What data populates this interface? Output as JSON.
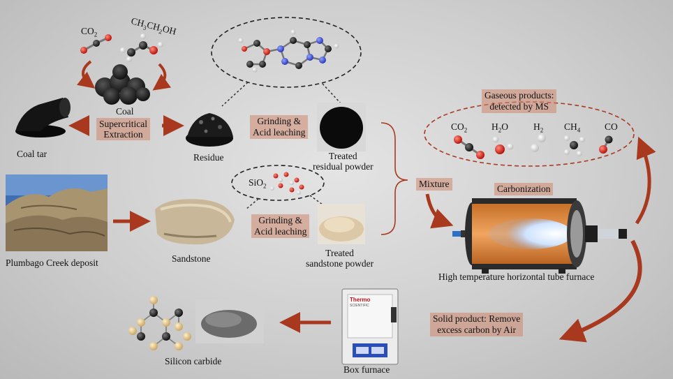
{
  "coal_tar": {
    "label": "Coal tar"
  },
  "coal": {
    "label_line1": "Coal",
    "process_line1": "Supercritical",
    "process_line2": "Extraction"
  },
  "solvents": {
    "co2": "CO",
    "co2_sub": "2",
    "ethanol_a": "CH",
    "ethanol_sub1": "3",
    "ethanol_b": "CH",
    "ethanol_sub2": "2",
    "ethanol_c": "OH"
  },
  "residue": {
    "label": "Residue"
  },
  "grinding_top": {
    "line1": "Grinding &",
    "line2": "Acid leaching"
  },
  "treated_residual": {
    "line1": "Treated",
    "line2": "residual powder"
  },
  "sio2": {
    "text": "SiO",
    "sub": "2"
  },
  "deposit": {
    "label": "Plumbago Creek deposit"
  },
  "sandstone": {
    "label": "Sandstone"
  },
  "grinding_bottom": {
    "line1": "Grinding &",
    "line2": "Acid leaching"
  },
  "treated_sandstone": {
    "line1": "Treated",
    "line2": "sandstone powder"
  },
  "mixture": {
    "label": "Mixture"
  },
  "carbonization": {
    "label": "Carbonization"
  },
  "gaseous": {
    "line1": "Gaseous products:",
    "line2": "detected by MS"
  },
  "gases": {
    "co2": "CO",
    "co2_sub": "2",
    "h2o_a": "H",
    "h2o_sub": "2",
    "h2o_b": "O",
    "h2": "H",
    "h2_sub": "2",
    "ch4": "CH",
    "ch4_sub": "4",
    "co": "CO"
  },
  "tube_furnace": {
    "label": "High temperature horizontal tube furnace"
  },
  "solid_product": {
    "line1": "Solid product: Remove",
    "line2": "excess carbon by Air"
  },
  "box_furnace": {
    "label": "Box furnace",
    "brand1": "Thermo",
    "brand2": "SCIENTIFIC"
  },
  "silicon_carbide": {
    "label": "Silicon carbide"
  },
  "colors": {
    "arrow": "#a8391f",
    "box": "#cd876e",
    "furnace": "#e08a3a"
  }
}
